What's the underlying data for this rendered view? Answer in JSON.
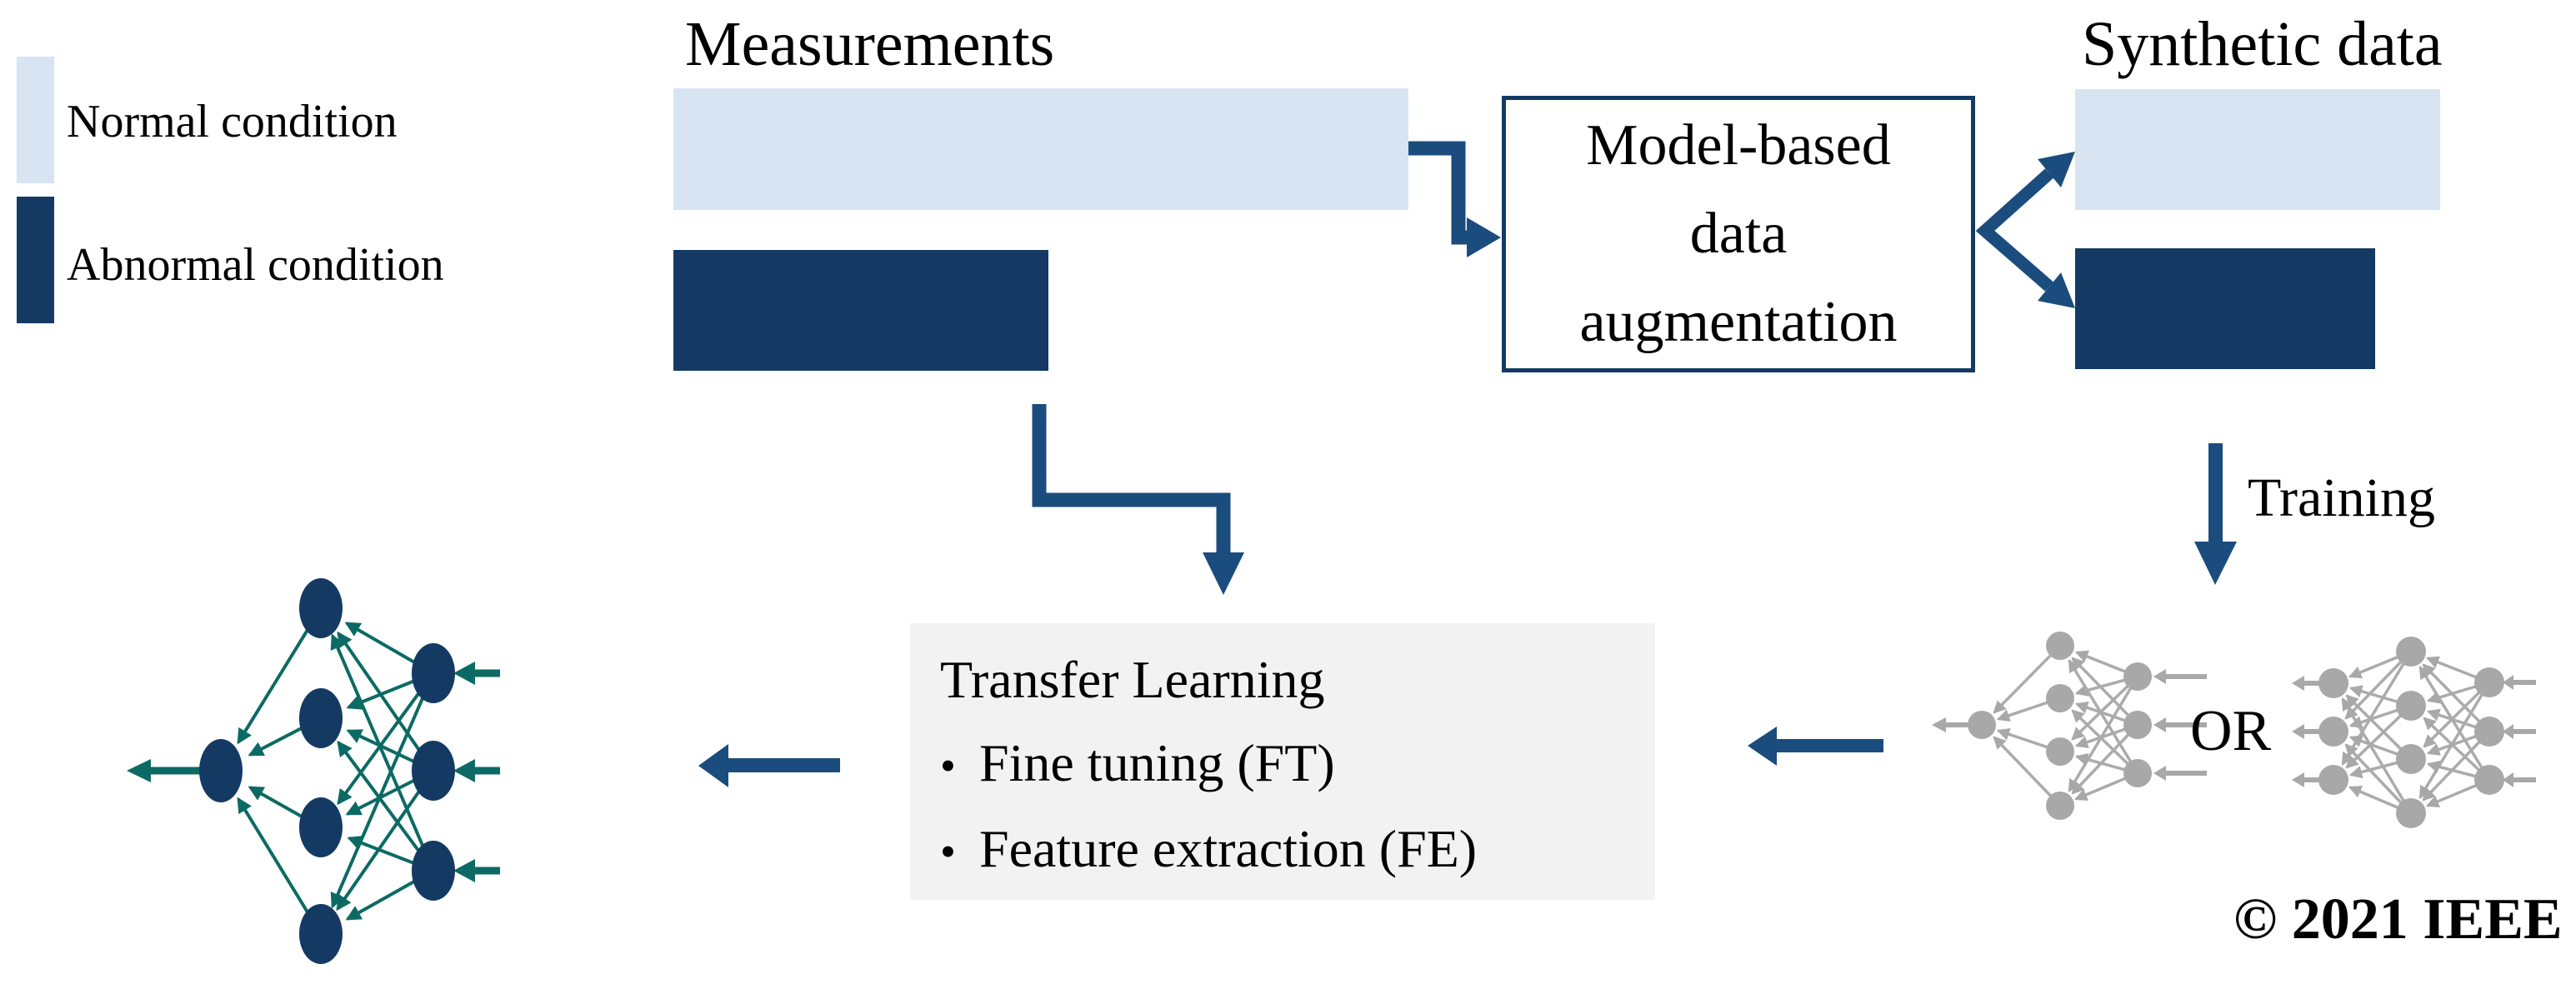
{
  "legend": {
    "items": [
      {
        "label": "Normal condition",
        "color": "#D8E4F1"
      },
      {
        "label": "Abnormal condition",
        "color": "#143A64"
      }
    ]
  },
  "measurements": {
    "title": "Measurements"
  },
  "augmentation_box": {
    "label": "Model-based\ndata\naugmentation"
  },
  "synthetic": {
    "title": "Synthetic data"
  },
  "training_label": "Training",
  "or_label": "OR",
  "transfer_learning": {
    "title": "Transfer Learning",
    "bullet_glyph": "•",
    "bullets": [
      "Fine tuning (FT)",
      "Feature extraction (FE)"
    ]
  },
  "copyright": "© 2021 IEEE",
  "colors": {
    "c-normal": "#D8E4F1",
    "c-abnormal": "#143A64",
    "c-arrow": "#1B4C7E",
    "c-teal": "#0C6A64",
    "c-gray": "#A8A8A8",
    "c-grayline": "#ABABAB",
    "c-boxbg": "#F2F2F2",
    "c-text": "#000000"
  }
}
